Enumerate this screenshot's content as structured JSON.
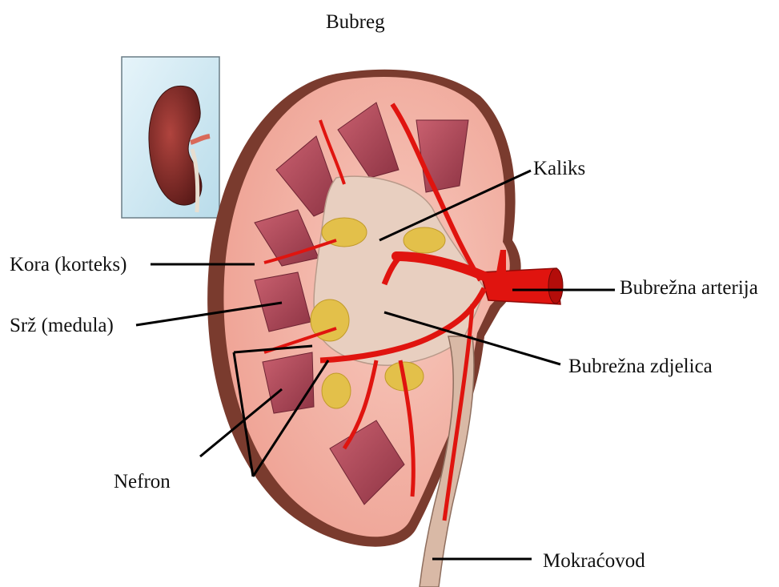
{
  "title": "Bubreg",
  "labels": {
    "kaliks": "Kaliks",
    "kora": "Kora (korteks)",
    "arterija": "Bubrežna arterija",
    "srz": "Srž (medula)",
    "zdjelica": "Bubrežna zdjelica",
    "nefron": "Nefron",
    "mokracovod": "Mokraćovod"
  },
  "colors": {
    "capsule": "#7a3b2e",
    "cortex": "#f3b3a5",
    "medulla": "#a84a58",
    "pelvis": "#e8cfc0",
    "fat": "#e3c04a",
    "artery": "#e0140f",
    "inset_bg": "#cfe8f2"
  }
}
